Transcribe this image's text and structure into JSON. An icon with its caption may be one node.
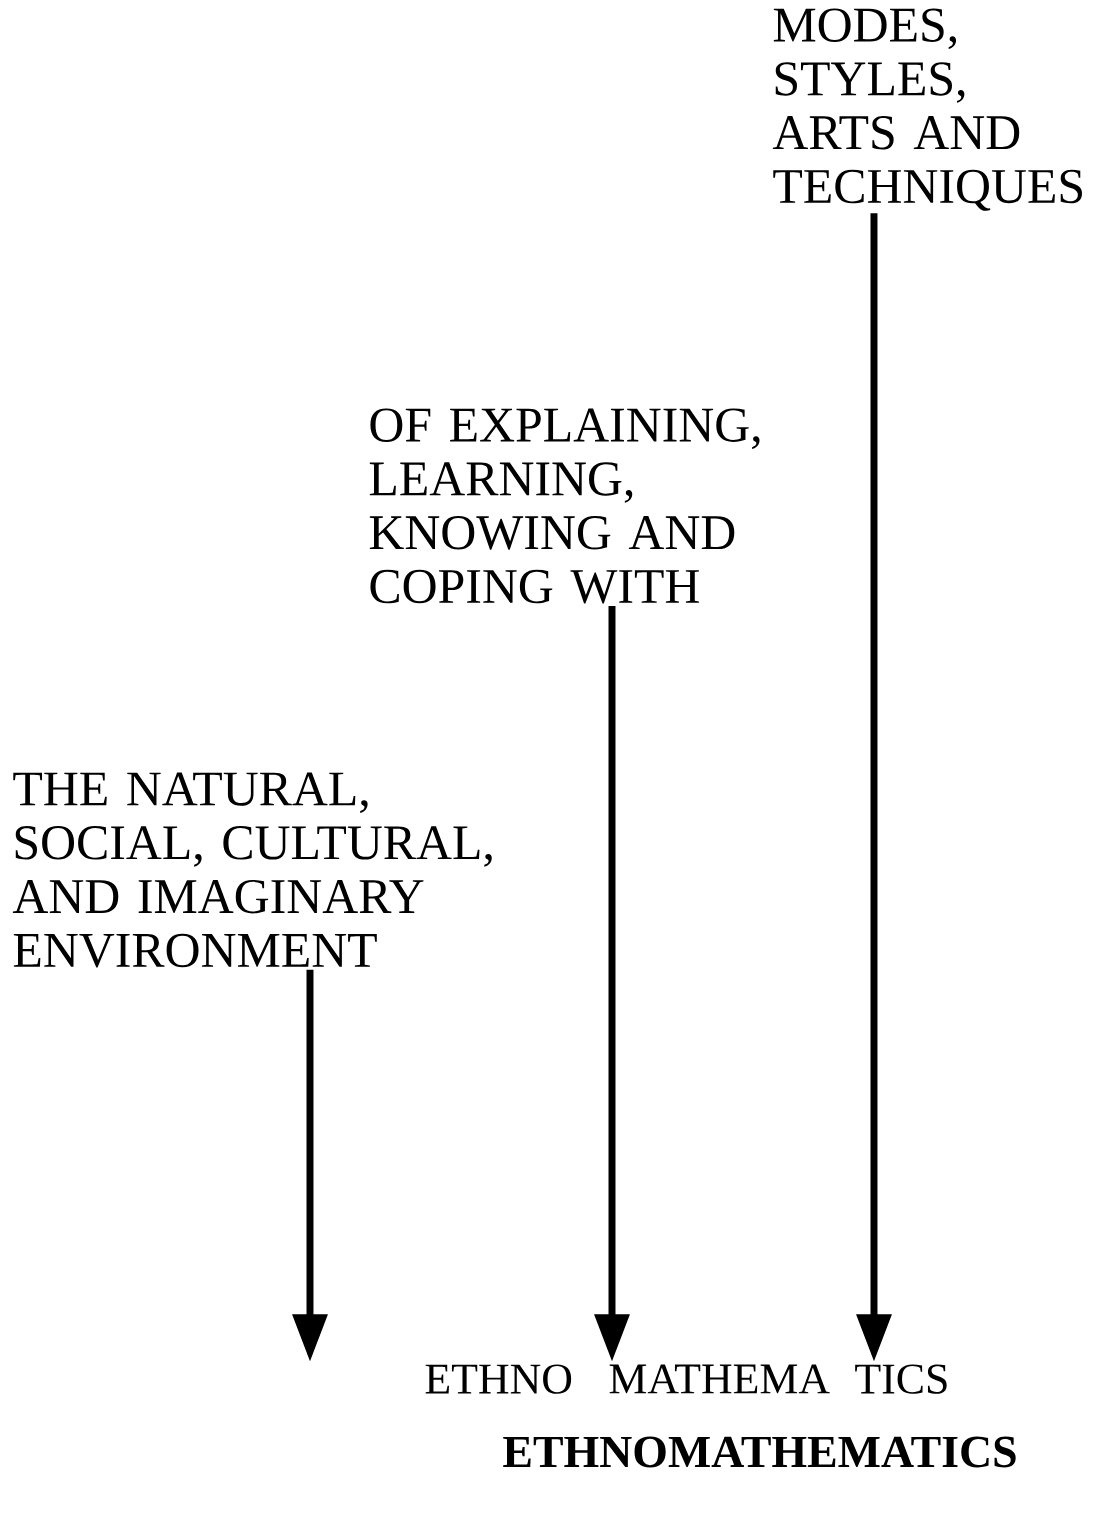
{
  "diagram": {
    "nodes": [
      {
        "text": [
          "MODES, STYLES, ARTS AND TECHNIQUES"
        ]
      },
      {
        "text": [
          "OF EXPLAINING, LEARNING, KNOWING AND COPING WITH"
        ]
      },
      {
        "text": [
          "THE NATURAL, SOCIAL, CULTURAL, AND IMAGINARY ENVIRONMENT"
        ]
      },
      {
        "text": [
          "ETHNO"
        ]
      },
      {
        "text": [
          "MATHEMA"
        ]
      },
      {
        "text": [
          "TICS"
        ]
      }
    ],
    "edges": [
      {
        "from": 2,
        "to": 3,
        "arrow": "to"
      },
      {
        "from": 1,
        "to": 4,
        "arrow": "to"
      },
      {
        "from": 0,
        "to": 5,
        "arrow": "to"
      }
    ],
    "labels": [
      "ETHNOMATHEMATICS"
    ]
  }
}
